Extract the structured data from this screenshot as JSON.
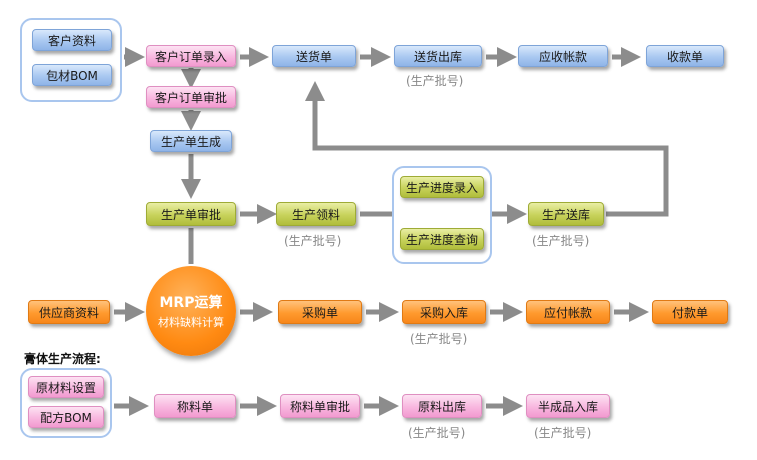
{
  "section_title": "膏体生产流程:",
  "batch_note": "(生产批号)",
  "nodes": {
    "customer_info": "客户资料",
    "packaging_bom": "包材BOM",
    "order_entry": "客户订单录入",
    "order_approve": "客户订单审批",
    "delivery_note": "送货单",
    "delivery_out": "送货出库",
    "receivable": "应收帐款",
    "receipt": "收款单",
    "prod_generate": "生产单生成",
    "prod_approve": "生产单审批",
    "prod_pick": "生产领料",
    "progress_entry": "生产进度录入",
    "progress_query": "生产进度查询",
    "prod_stockin": "生产送库",
    "supplier_info": "供应商资料",
    "mrp_title": "MRP运算",
    "mrp_sub": "材料缺料计算",
    "purchase_order": "采购单",
    "purchase_in": "采购入库",
    "payable": "应付帐款",
    "payment": "付款单",
    "material_setup": "原材料设置",
    "formula_bom": "配方BOM",
    "weigh_note": "称料单",
    "weigh_approve": "称料单审批",
    "material_out": "原料出库",
    "semi_in": "半成品入库"
  },
  "colors": {
    "arrow": "#8c8c8c",
    "group_border": "#a9c6ee"
  }
}
